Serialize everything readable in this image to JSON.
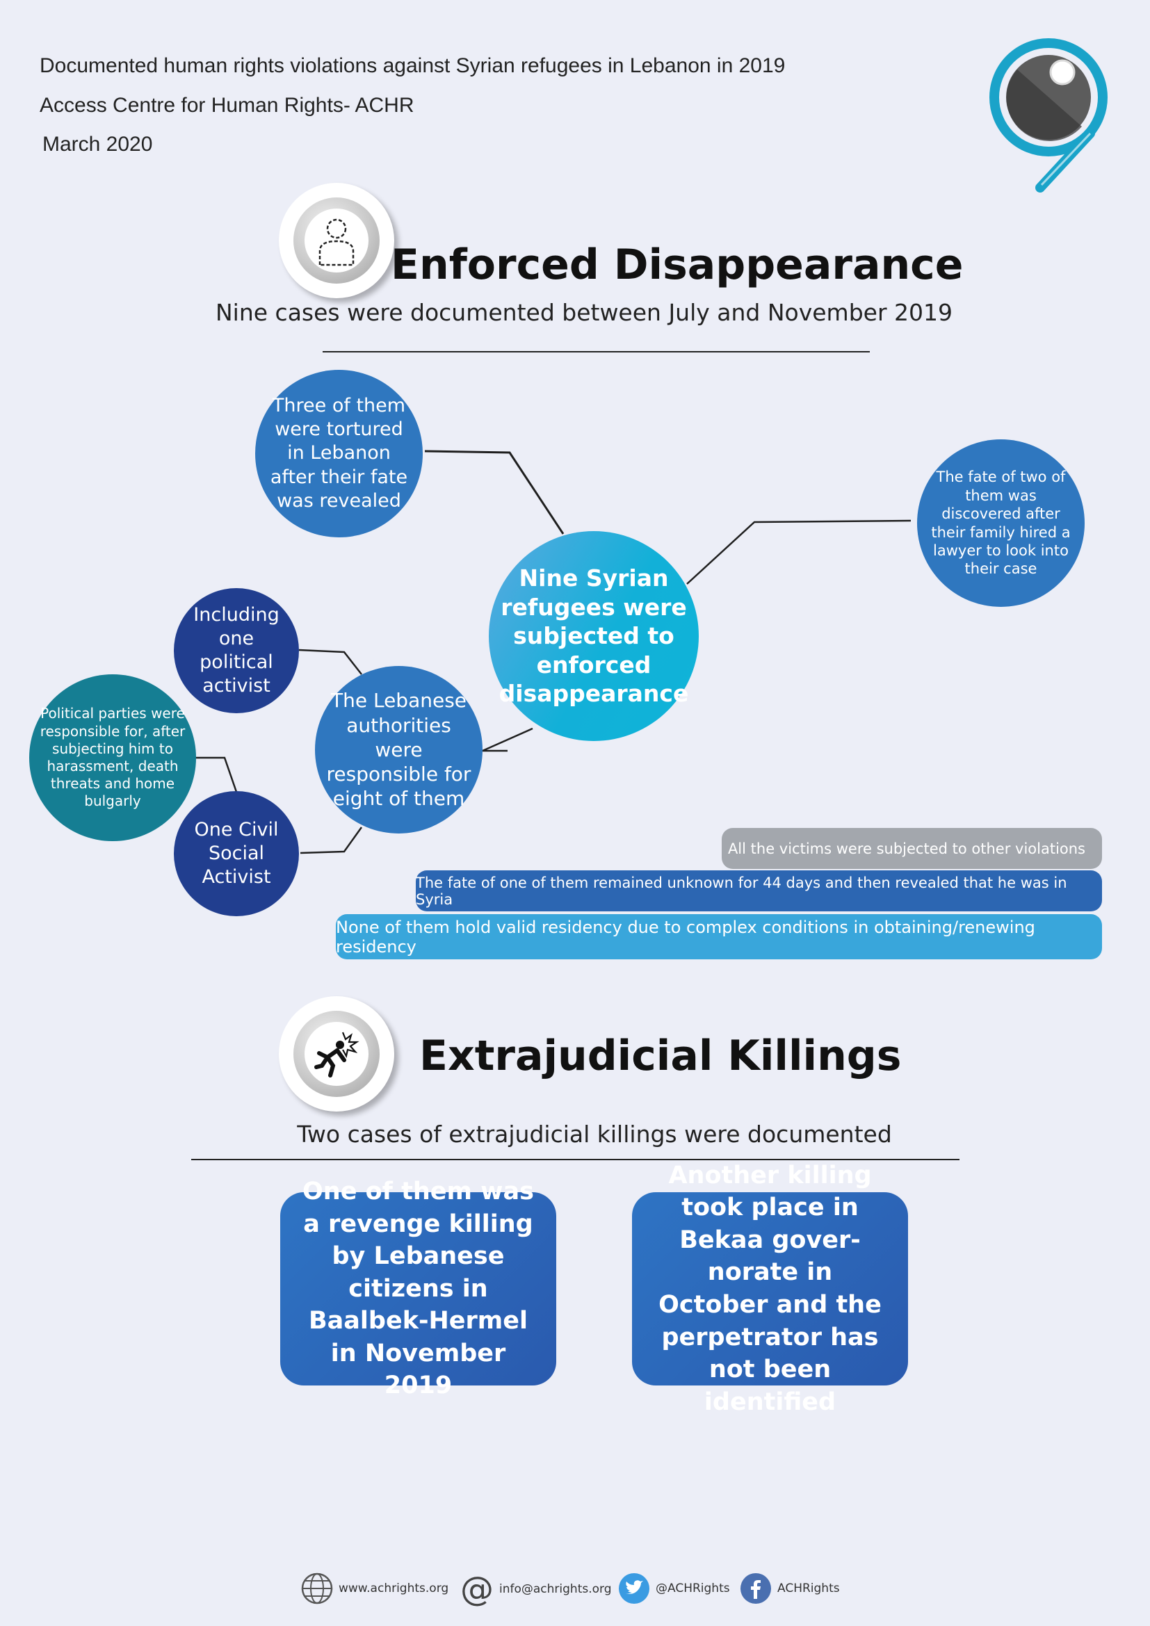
{
  "header": {
    "line1": "Documented human rights violations against Syrian refugees in Lebanon in 2019",
    "line2": "Access Centre for Human Rights- ACHR",
    "line3": "March 2020"
  },
  "logo": {
    "icon": "achr-eye-logo",
    "colors": [
      "#1aa3c9",
      "#5a5a5a",
      "#3a3a3a"
    ]
  },
  "disappearance": {
    "icon": "person-outline-icon",
    "title": "Enforced Disappearance",
    "subtitle": "Nine cases were documented between July and November 2019",
    "center": "Nine Syrian refugees were subjected to enforced disappearance",
    "tortured": "Three of them were tortured in Lebanon after their fate was revealed",
    "lawyer": "The fate of two of them was discovered after their family hired a lawyer to look into their case",
    "authorities": "The Lebanese authorities were responsible for eight of them",
    "political_activist": "Including one political activist",
    "civil_activist": "One Civil Social Activist",
    "parties": "Political parties were responsible for, after subjecting him to harassment, death threats and home bulgarly",
    "bars": [
      "All the victims were subjected to other violations",
      "The fate of one of them remained unknown for 44 days and then revealed that he was in Syria",
      "None of them hold valid residency due to complex conditions in obtaining/renewing residency"
    ],
    "bar_colors": [
      "#a3a7ad",
      "#2c66b2",
      "#39a6db"
    ]
  },
  "killings": {
    "icon": "falling-person-shock-icon",
    "title": "Extrajudicial Killings",
    "subtitle": "Two cases of extrajudicial killings were documented",
    "box1": "One of them was a revenge killing by Lebanese citizens in Baalbek-Hermel in November 2019",
    "box2": "Another killing took place in Bekaa gover-norate in October and the perpetrator has not been identified"
  },
  "footer": {
    "website": "www.achrights.org",
    "email": "info@achrights.org",
    "twitter": "@ACHRights",
    "facebook": "ACHRights"
  }
}
